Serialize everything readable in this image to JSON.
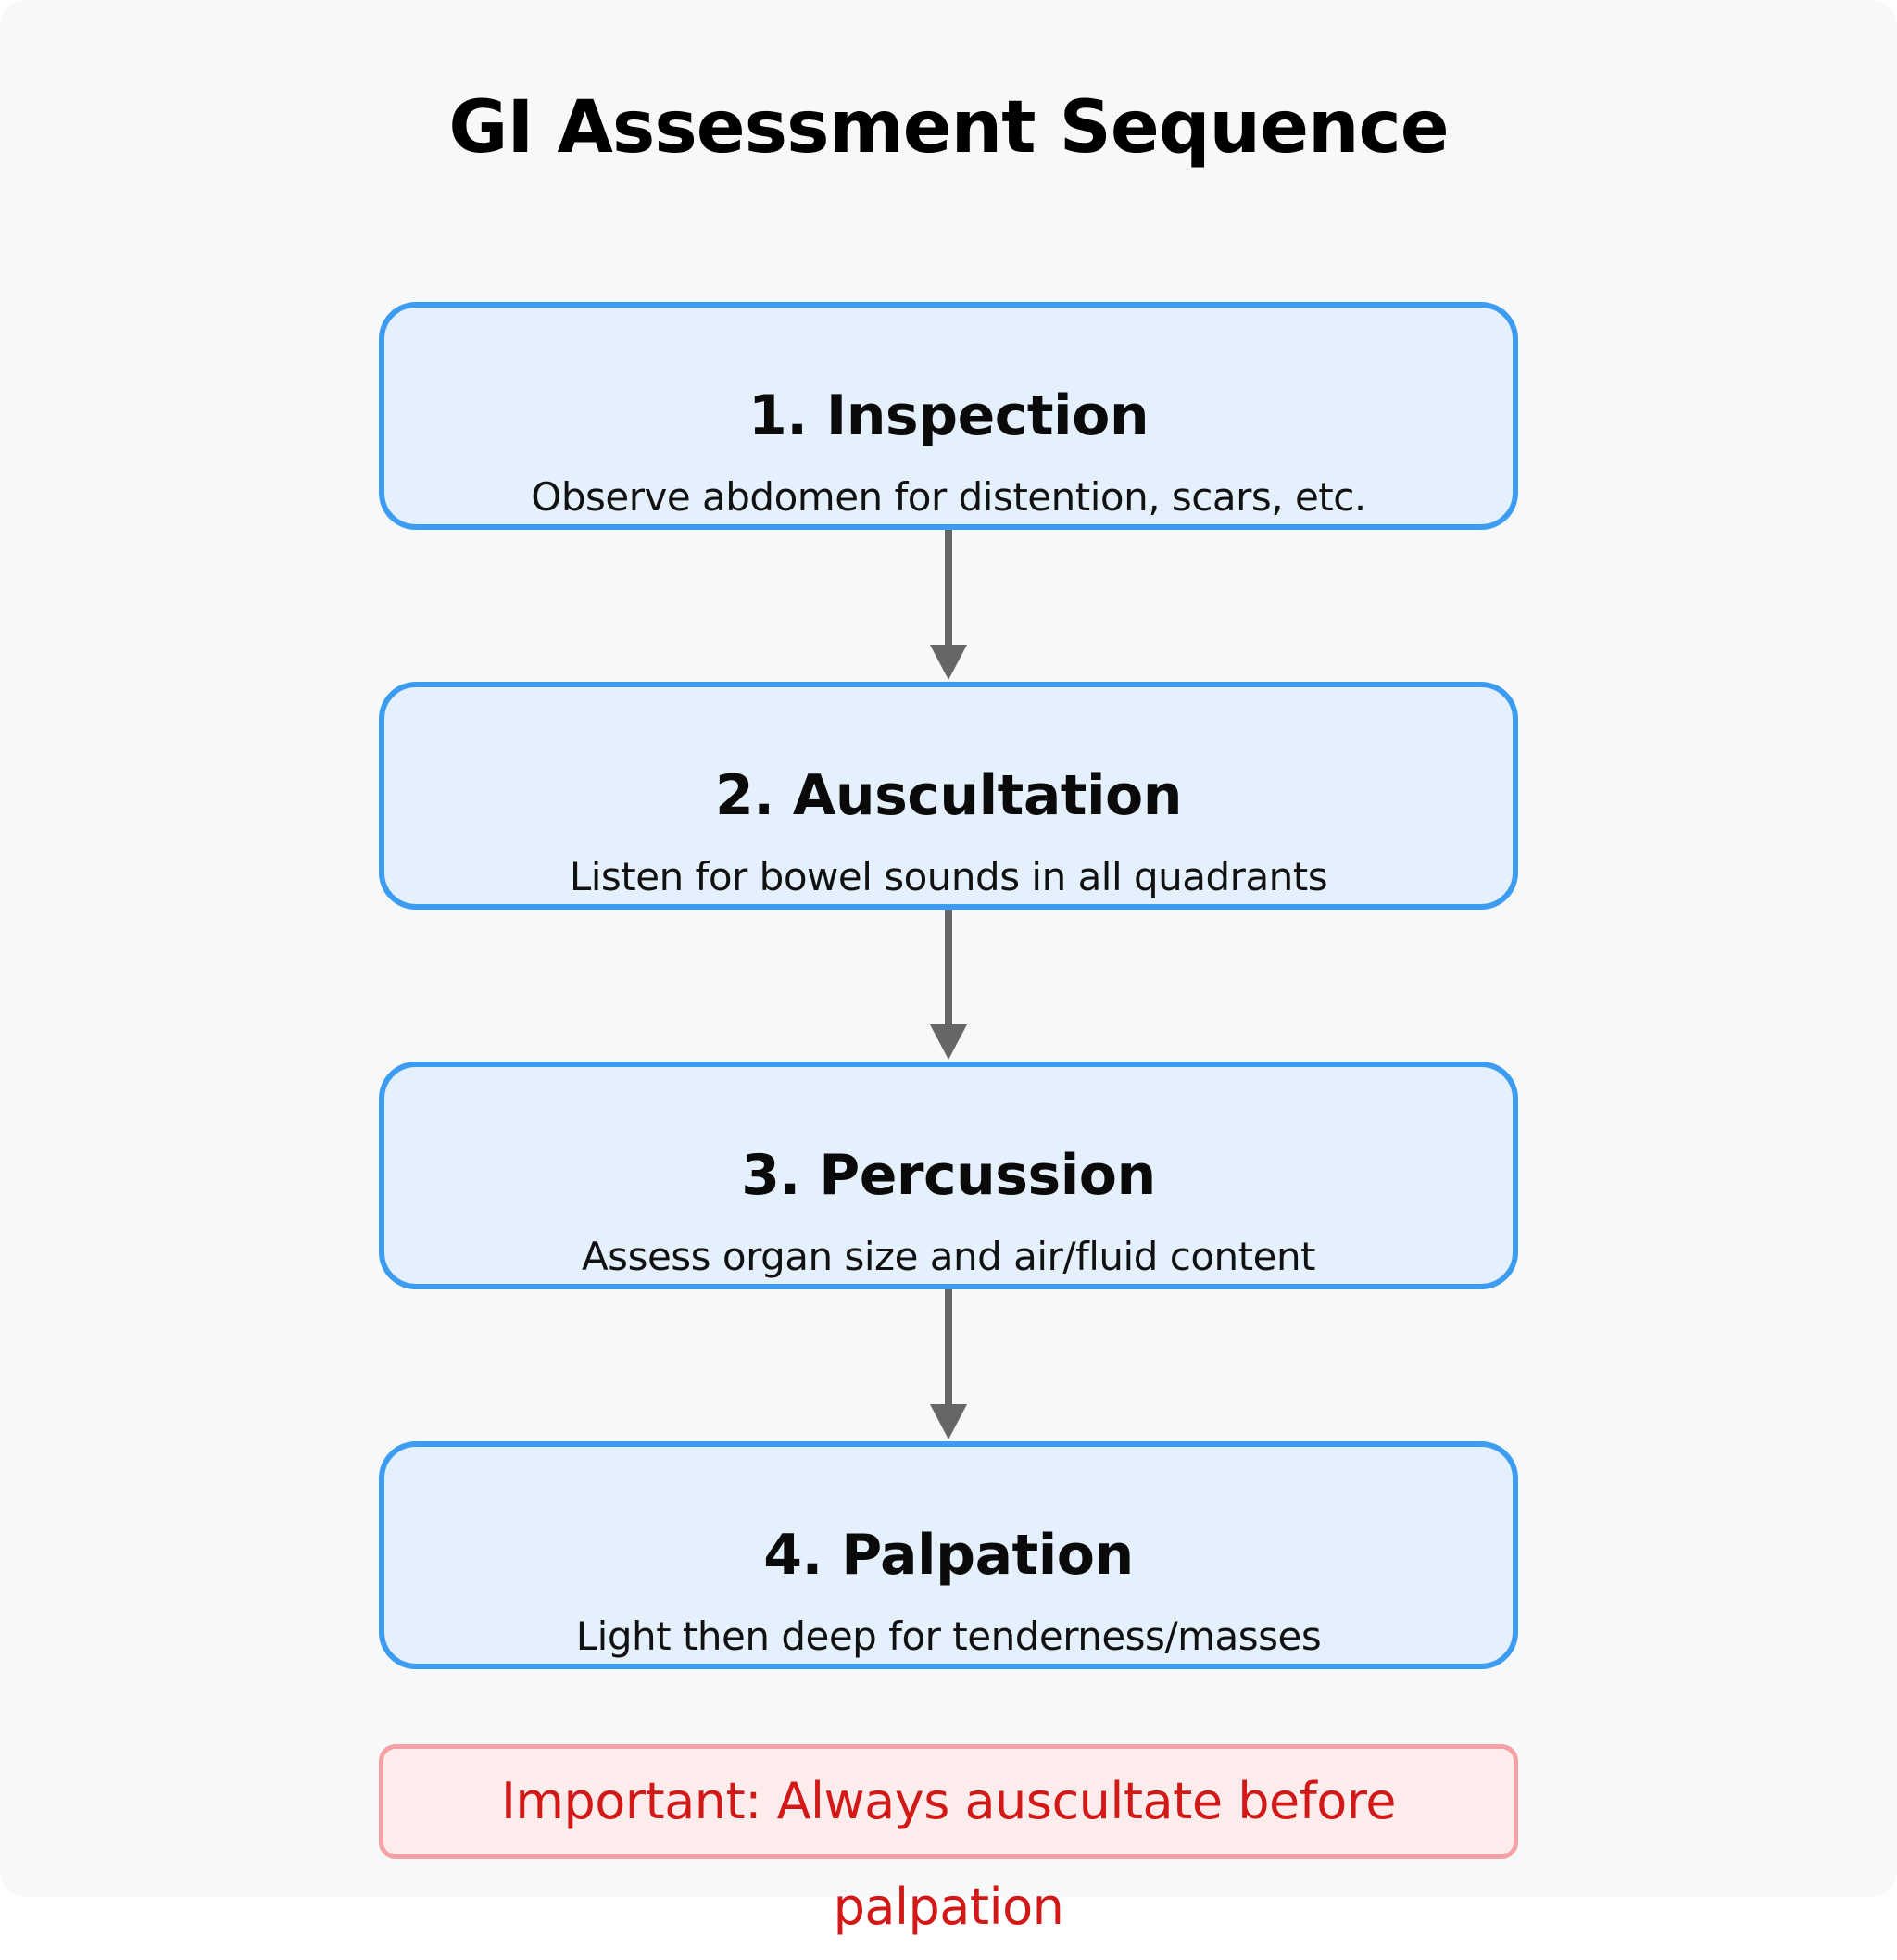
{
  "diagram": {
    "title": "GI Assessment Sequence",
    "steps": [
      {
        "label": "1. Inspection",
        "description": "Observe abdomen for distention, scars, etc."
      },
      {
        "label": "2. Auscultation",
        "description": "Listen for bowel sounds in all quadrants"
      },
      {
        "label": "3. Percussion",
        "description": "Assess organ size and air/fluid content"
      },
      {
        "label": "4. Palpation",
        "description": "Light then deep for tenderness/masses"
      }
    ],
    "note": "Important: Always auscultate before palpation",
    "colors": {
      "background": "#f7f8fa",
      "step_fill": "#e4f0fc",
      "step_border": "#3c9cf2",
      "arrow": "#666666",
      "note_fill": "#fdecec",
      "note_border": "#f5a0a6",
      "note_text": "#d31818"
    }
  }
}
